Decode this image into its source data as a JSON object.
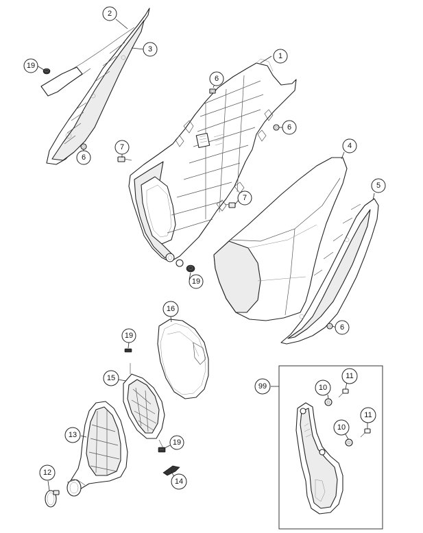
{
  "diagram": {
    "callouts": {
      "c1": "1",
      "c2": "2",
      "c3": "3",
      "c4": "4",
      "c5": "5",
      "c6a": "6",
      "c6b": "6",
      "c6c": "6",
      "c6d": "6",
      "c7a": "7",
      "c7b": "7",
      "c10a": "10",
      "c10b": "10",
      "c11a": "11",
      "c11b": "11",
      "c12": "12",
      "c13": "13",
      "c14": "14",
      "c15": "15",
      "c16": "16",
      "c19a": "19",
      "c19b": "19",
      "c19c": "19",
      "c19d": "19",
      "c99": "99"
    },
    "colors": {
      "background": "#ffffff",
      "line": "#222222",
      "shade": "#ececec"
    }
  }
}
